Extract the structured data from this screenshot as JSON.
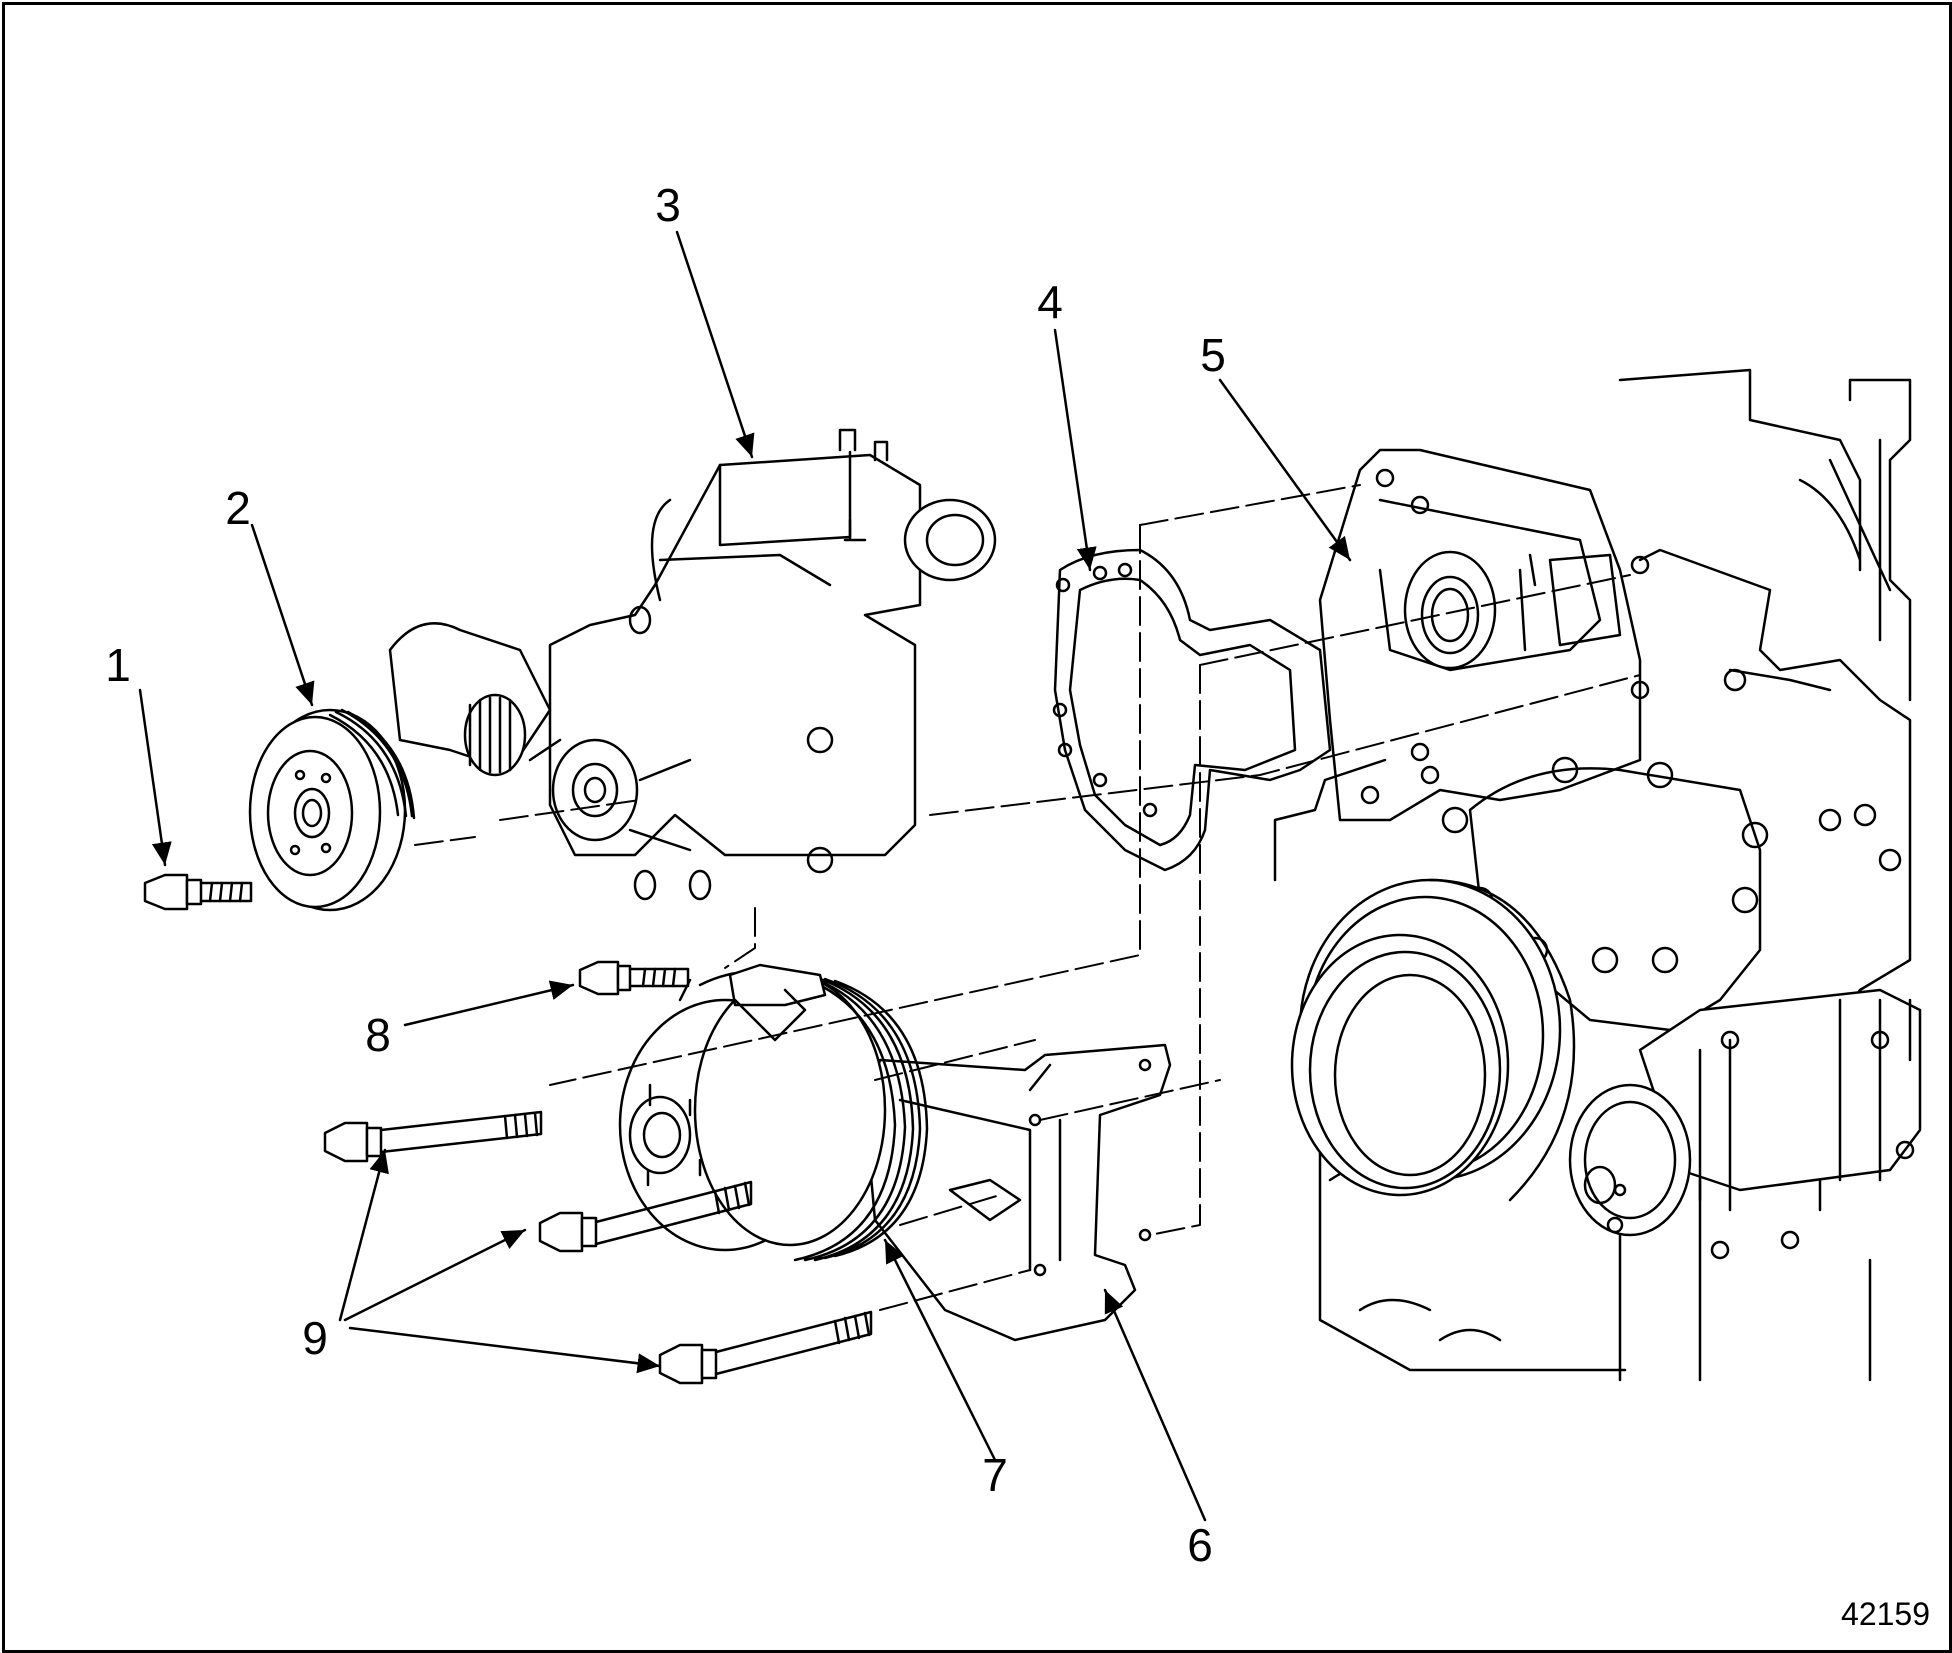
{
  "diagram": {
    "figure_number": "42159",
    "callouts": [
      {
        "id": "callout-1",
        "label": "1"
      },
      {
        "id": "callout-2",
        "label": "2"
      },
      {
        "id": "callout-3",
        "label": "3"
      },
      {
        "id": "callout-4",
        "label": "4"
      },
      {
        "id": "callout-5",
        "label": "5"
      },
      {
        "id": "callout-6",
        "label": "6"
      },
      {
        "id": "callout-7",
        "label": "7"
      },
      {
        "id": "callout-8",
        "label": "8"
      },
      {
        "id": "callout-9",
        "label": "9"
      }
    ],
    "colors": {
      "line": "#000000",
      "background": "#ffffff"
    }
  }
}
